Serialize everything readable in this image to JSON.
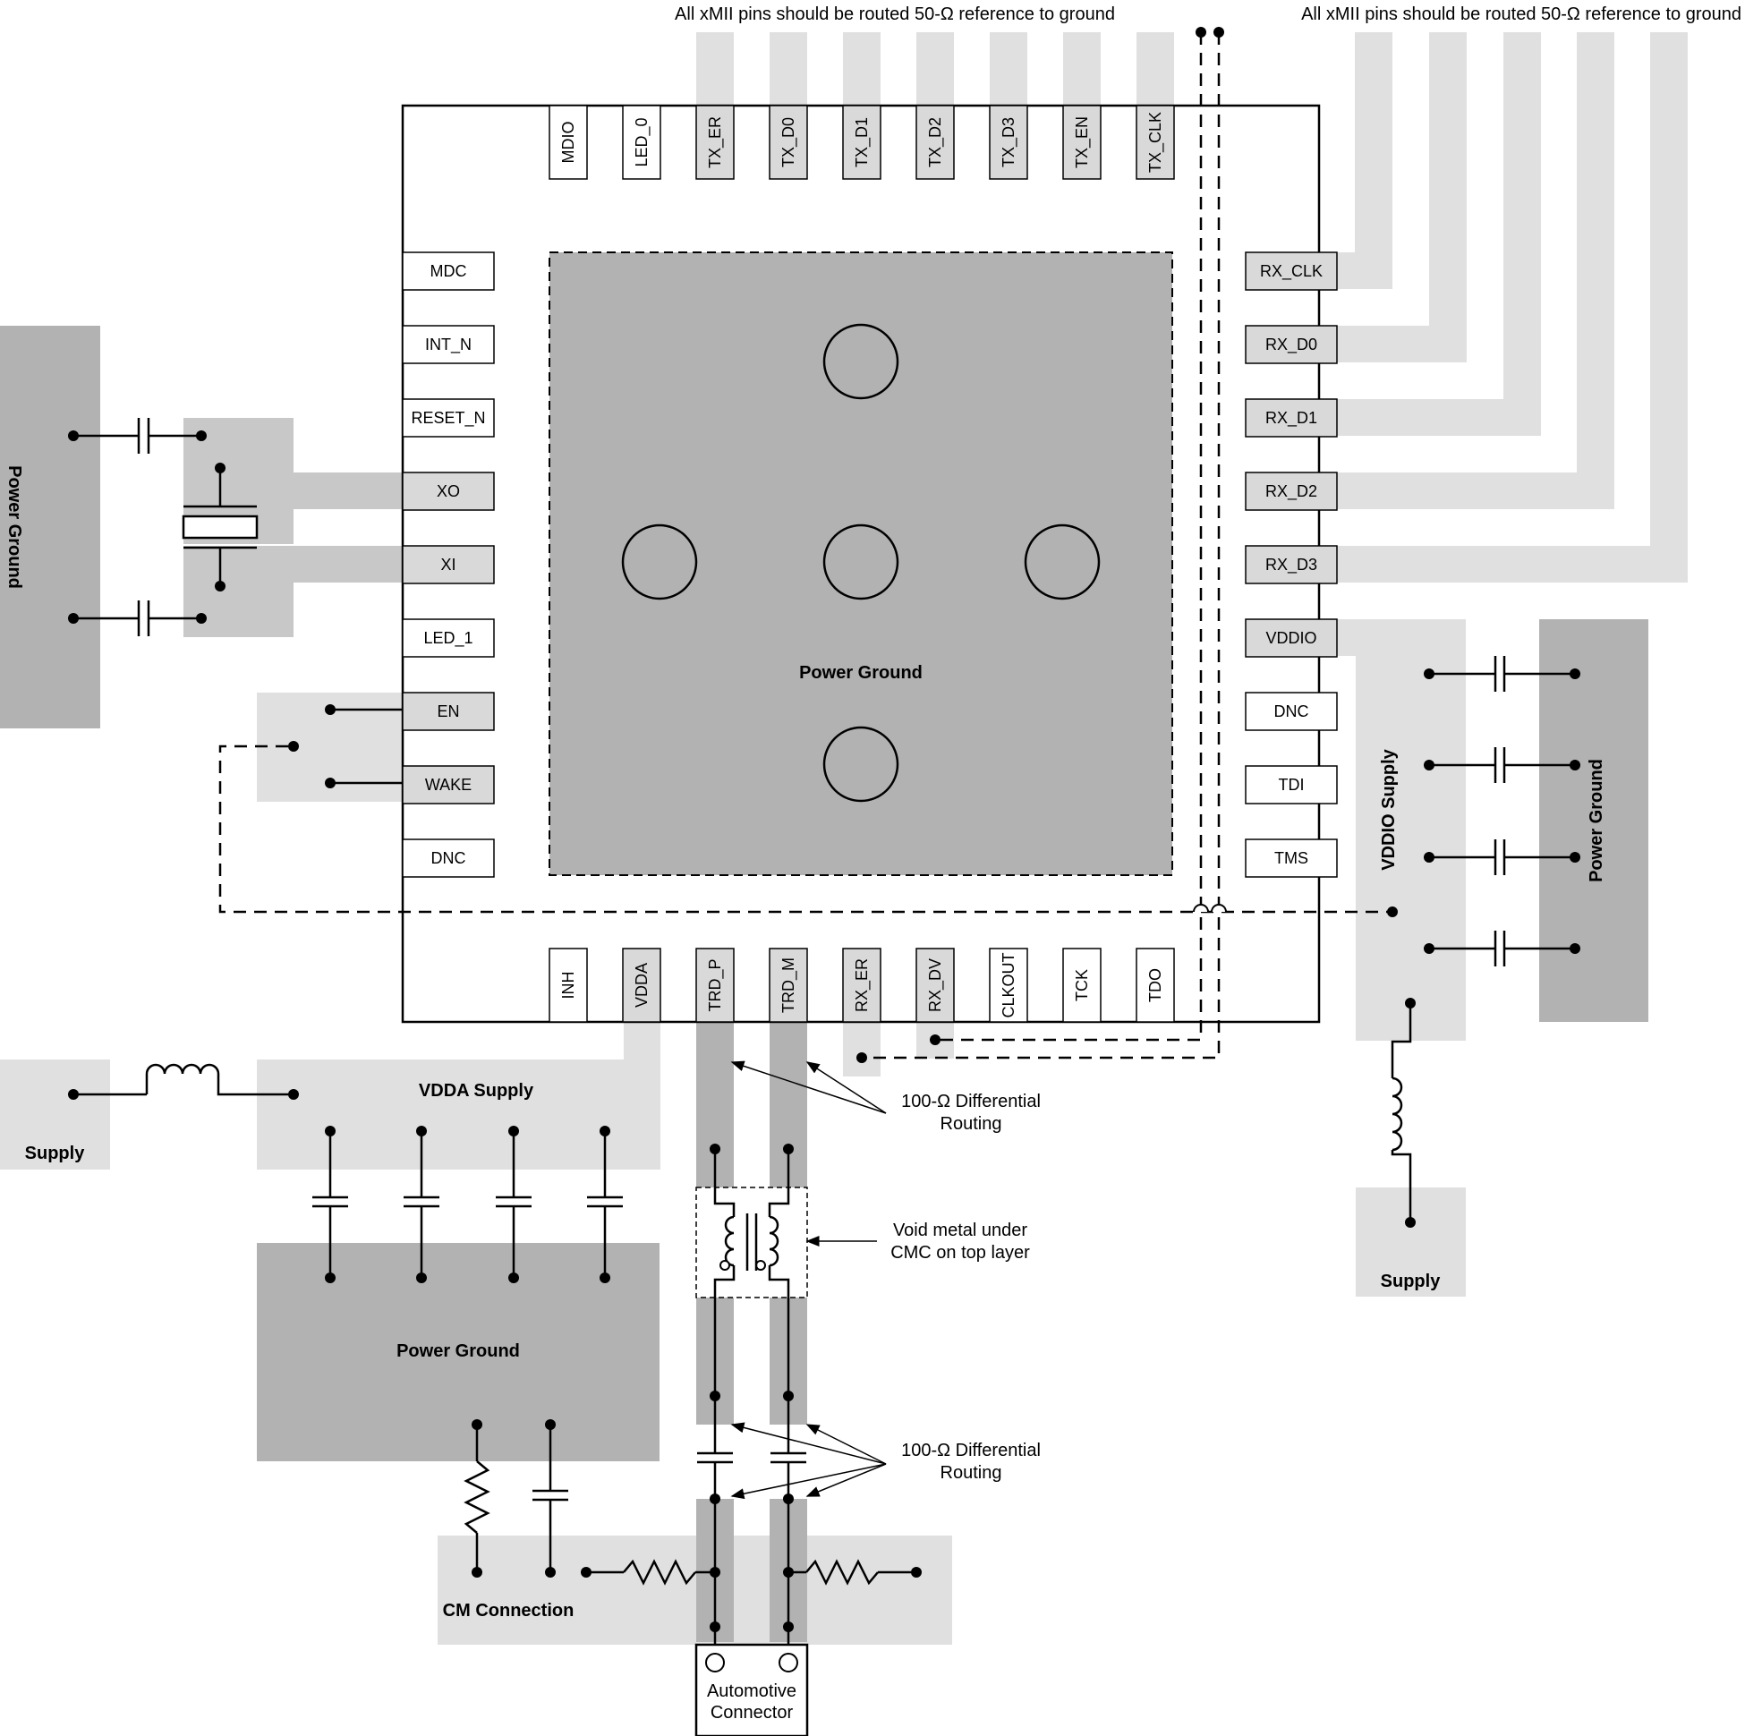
{
  "notes": {
    "xmii_top": "All xMII pins should be routed 50-Ω reference to ground",
    "xmii_right": "All xMII pins should be routed 50-Ω reference to ground",
    "diff_routing_upper": [
      "100-Ω Differential",
      "Routing"
    ],
    "cmc_void": [
      "Void metal under",
      "CMC on top layer"
    ],
    "diff_routing_lower": [
      "100-Ω Differential",
      "Routing"
    ]
  },
  "regions": {
    "center_ground": "Power Ground",
    "left_ground": "Power Ground",
    "right_ground": "Power Ground",
    "vdda_supply": "VDDA Supply",
    "supply_left": "Supply",
    "bottom_ground": "Power Ground",
    "cm_connection": "CM Connection",
    "vddio_supply": "VDDIO Supply",
    "supply_right": "Supply",
    "connector": [
      "Automotive",
      "Connector"
    ]
  },
  "pins": {
    "top": [
      "MDIO",
      "LED_0",
      "TX_ER",
      "TX_D0",
      "TX_D1",
      "TX_D2",
      "TX_D3",
      "TX_EN",
      "TX_CLK"
    ],
    "left": [
      "MDC",
      "INT_N",
      "RESET_N",
      "XO",
      "XI",
      "LED_1",
      "EN",
      "WAKE",
      "DNC"
    ],
    "right": [
      "RX_CLK",
      "RX_D0",
      "RX_D1",
      "RX_D2",
      "RX_D3",
      "VDDIO",
      "DNC",
      "TDI",
      "TMS"
    ],
    "bottom": [
      "INH",
      "VDDA",
      "TRD_P",
      "TRD_M",
      "RX_ER",
      "RX_DV",
      "CLKOUT",
      "TCK",
      "TDO"
    ]
  },
  "highlighted_pins": {
    "top": [
      "TX_ER",
      "TX_D0",
      "TX_D1",
      "TX_D2",
      "TX_D3",
      "TX_EN",
      "TX_CLK"
    ],
    "left": [
      "XO",
      "XI",
      "EN",
      "WAKE"
    ],
    "right": [
      "RX_CLK",
      "RX_D0",
      "RX_D1",
      "RX_D2",
      "RX_D3",
      "VDDIO"
    ],
    "bottom": [
      "VDDA",
      "TRD_P",
      "TRD_M",
      "RX_ER",
      "RX_DV"
    ]
  },
  "colors": {
    "light_fill": "#e0e0e0",
    "mid_fill": "#c8c8c8",
    "dark_fill": "#b2b2b2",
    "pin_fill": "#d9d9d9",
    "line": "#000000"
  }
}
